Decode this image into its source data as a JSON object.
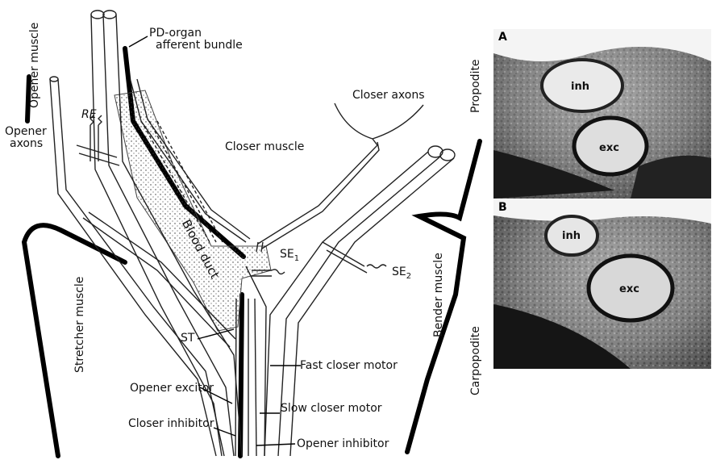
{
  "labels": {
    "pd_organ_line1": "PD-organ",
    "pd_organ_line2": "afferent bundle",
    "opener_muscle": "Opener muscle",
    "re": "RE",
    "opener_axons_line1": "Opener",
    "opener_axons_line2": "axons",
    "closer_axons": "Closer axons",
    "closer_muscle": "Closer muscle",
    "blood_duct": "Blood duct",
    "stretcher_muscle": "Stretcher muscle",
    "se1": "SE",
    "se1_sub": "1",
    "se2": "SE",
    "se2_sub": "2",
    "st": "ST",
    "bender_muscle": "Bender muscle",
    "fast_closer_motor": "Fast closer motor",
    "opener_excitor": "Opener excitor",
    "slow_closer_motor": "Slow closer motor",
    "closer_inhibitor": "Closer inhibitor",
    "opener_inhibitor": "Opener inhibitor",
    "propodite": "Propodite",
    "carpopodite": "Carpopodite"
  },
  "panels": {
    "a": {
      "letter": "A",
      "inh": "inh",
      "exc": "exc"
    },
    "b": {
      "letter": "B",
      "inh": "inh",
      "exc": "exc"
    }
  }
}
